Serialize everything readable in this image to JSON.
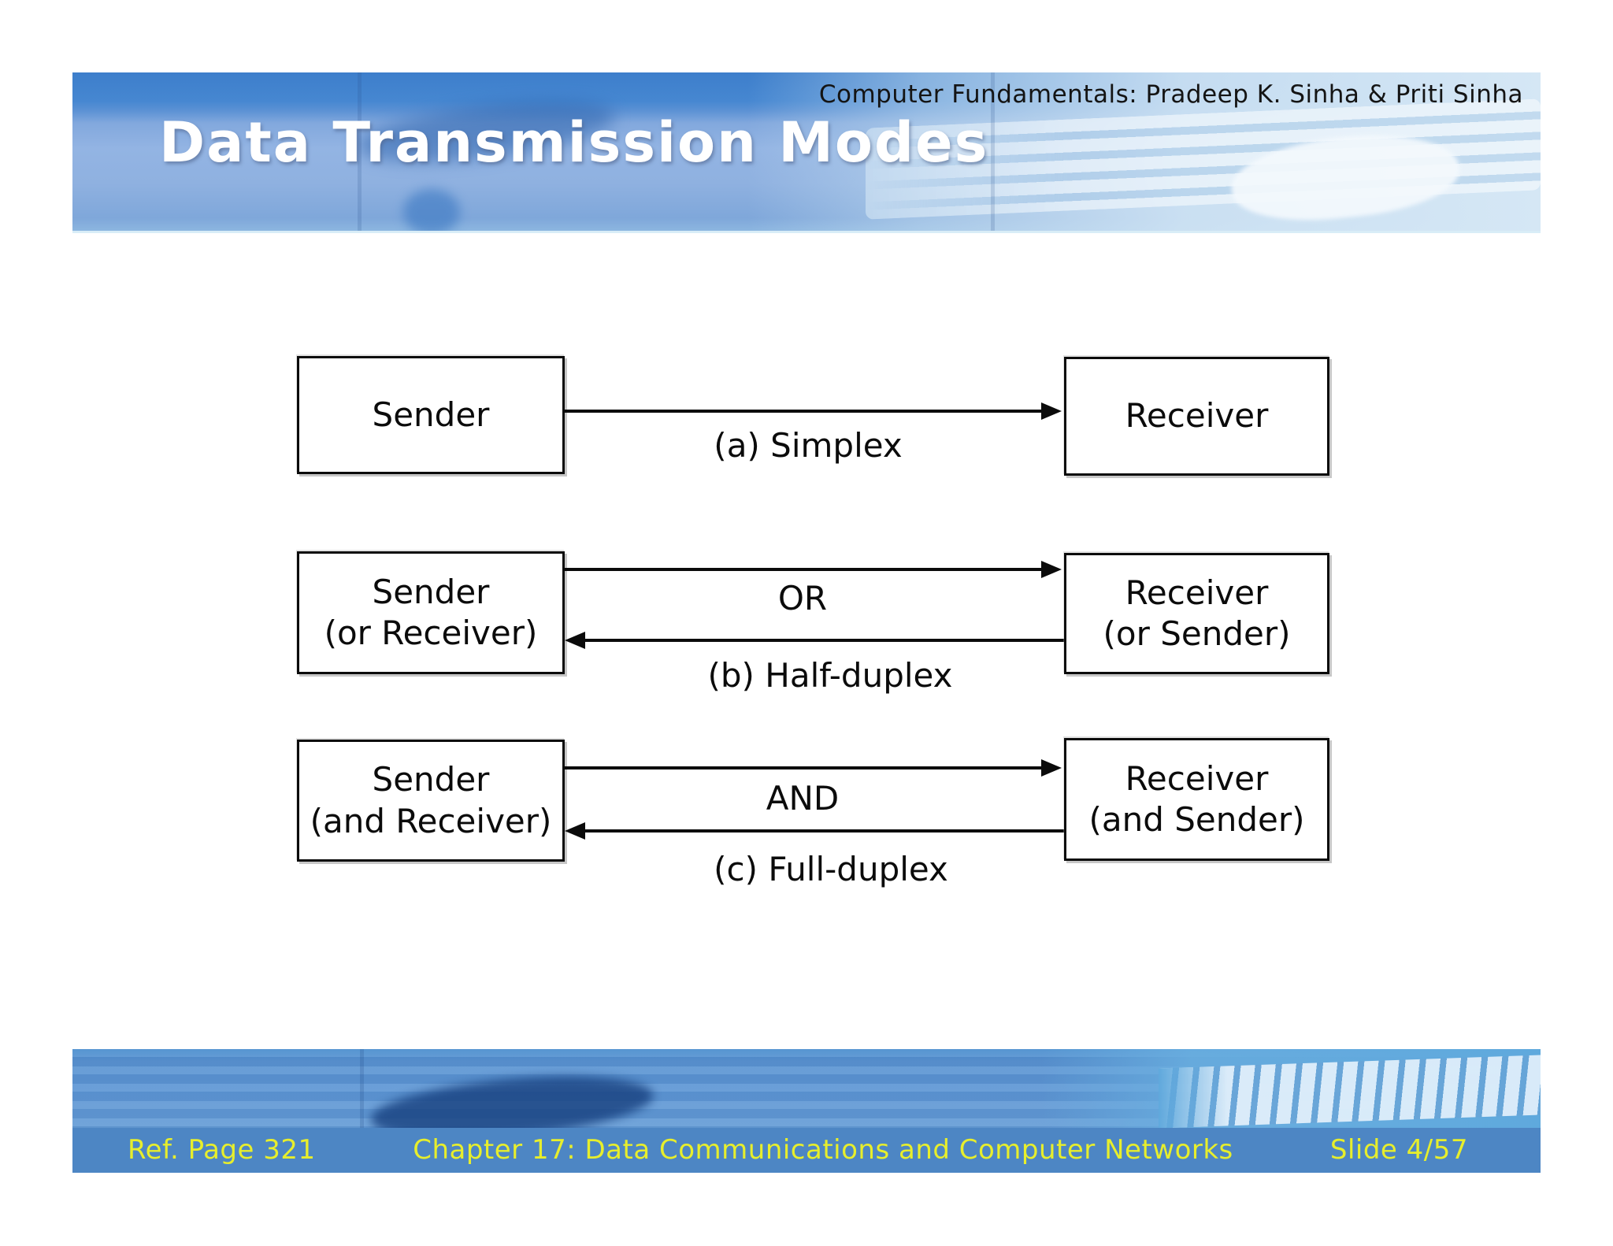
{
  "header": {
    "course_line": "Computer Fundamentals: Pradeep K. Sinha & Priti Sinha",
    "title": "Data Transmission Modes"
  },
  "diagram": {
    "rows": [
      {
        "left": [
          "Sender"
        ],
        "right": [
          "Receiver"
        ],
        "arrows": [
          "to-right"
        ],
        "caption": "(a) Simplex"
      },
      {
        "left": [
          "Sender",
          "(or Receiver)"
        ],
        "right": [
          "Receiver",
          "(or Sender)"
        ],
        "arrows": [
          "to-right",
          "to-left"
        ],
        "label": "OR",
        "caption": "(b) Half-duplex"
      },
      {
        "left": [
          "Sender",
          "(and Receiver)"
        ],
        "right": [
          "Receiver",
          "(and Sender)"
        ],
        "arrows": [
          "to-right",
          "to-left"
        ],
        "label": "AND",
        "caption": "(c) Full-duplex"
      }
    ]
  },
  "footer": {
    "ref_page": "Ref. Page 321",
    "chapter": "Chapter 17: Data Communications and Computer Networks",
    "slide_number": "Slide 4/57"
  },
  "colors": {
    "header_blue_dark": "#4687d1",
    "header_blue_light": "#93b4e3",
    "footer_bar_blue": "#4d86c4",
    "footer_text_yellow": "#e7ee2c",
    "diagram_ink": "#0b0b0b",
    "title_white": "#ffffff"
  }
}
